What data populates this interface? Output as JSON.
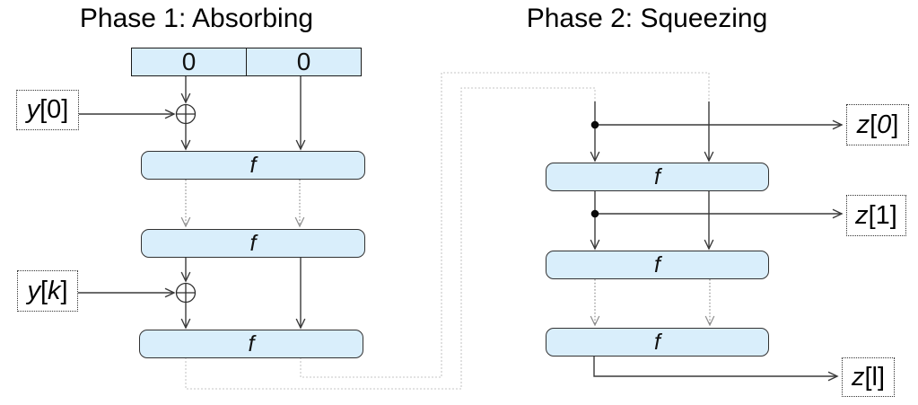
{
  "titles": {
    "phase1": "Phase 1: Absorbing",
    "phase2": "Phase 2: Squeezing"
  },
  "state_cells": [
    "0",
    "0"
  ],
  "f_label": "f",
  "labels": {
    "y0": [
      {
        "t": "y",
        "i": 1
      },
      {
        "t": "[0]",
        "i": 0
      }
    ],
    "yk": [
      {
        "t": "y",
        "i": 1
      },
      {
        "t": "[",
        "i": 0
      },
      {
        "t": "k",
        "i": 1
      },
      {
        "t": "]",
        "i": 0
      }
    ],
    "z0": [
      {
        "t": "z",
        "i": 1
      },
      {
        "t": "[",
        "i": 0
      },
      {
        "t": "0",
        "i": 1
      },
      {
        "t": "]",
        "i": 0
      }
    ],
    "z1": [
      {
        "t": "z",
        "i": 1
      },
      {
        "t": "[1]",
        "i": 0
      }
    ],
    "zl": [
      {
        "t": "z",
        "i": 1
      },
      {
        "t": "[l]",
        "i": 0
      }
    ]
  },
  "colors": {
    "box_fill": "#d9eefb",
    "box_border": "#323232",
    "arrow": "#3a3a3a",
    "dotted_arrow": "#8c8c8c",
    "feedback_line": "#c6c6c6",
    "junction": "#0a0a0a",
    "text": "#000000"
  }
}
